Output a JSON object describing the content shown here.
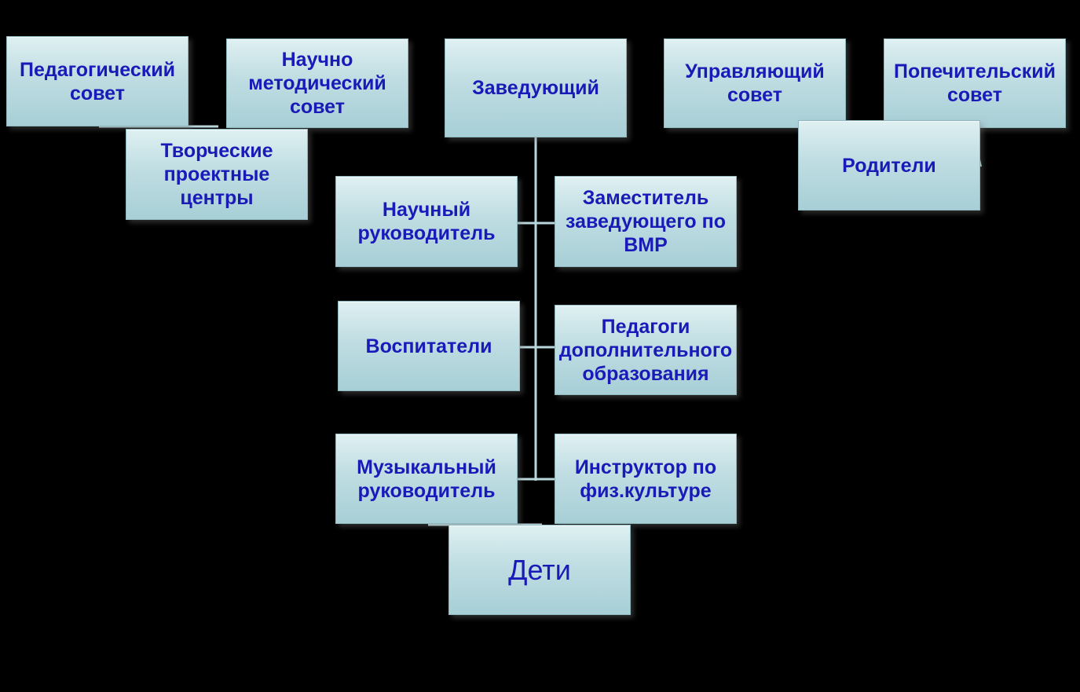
{
  "diagram": {
    "nodes": {
      "ped_sovet": "Педагогический\nсовет",
      "nauchno_met": "Научно\nметодический\nсовет",
      "zaveduyushchiy": "Заведующий",
      "upravl_sovet": "Управляющий\nсовет",
      "popech_sovet": "Попечительский\nсовет",
      "tvorch_centry": "Творческие\nпроектные\nцентры",
      "roditeli": "Родители",
      "nauch_ruk": "Научный\nруководитель",
      "zam_zav": "Заместитель\nзаведующего по\nВМР",
      "vospitateli": "Воспитатели",
      "pedagogi_dop": "Педагоги\nдополнительного\nобразования",
      "muz_ruk": "Музыкальный\nруководитель",
      "instr_fiz": "Инструктор по\nфиз.культуре",
      "deti": "Дети"
    },
    "colors": {
      "background": "#000000",
      "node_fill_top": "#dff0f2",
      "node_fill_bottom": "#a7cfd6",
      "text": "#1a1ab8",
      "connector": "#b9d6db"
    }
  }
}
